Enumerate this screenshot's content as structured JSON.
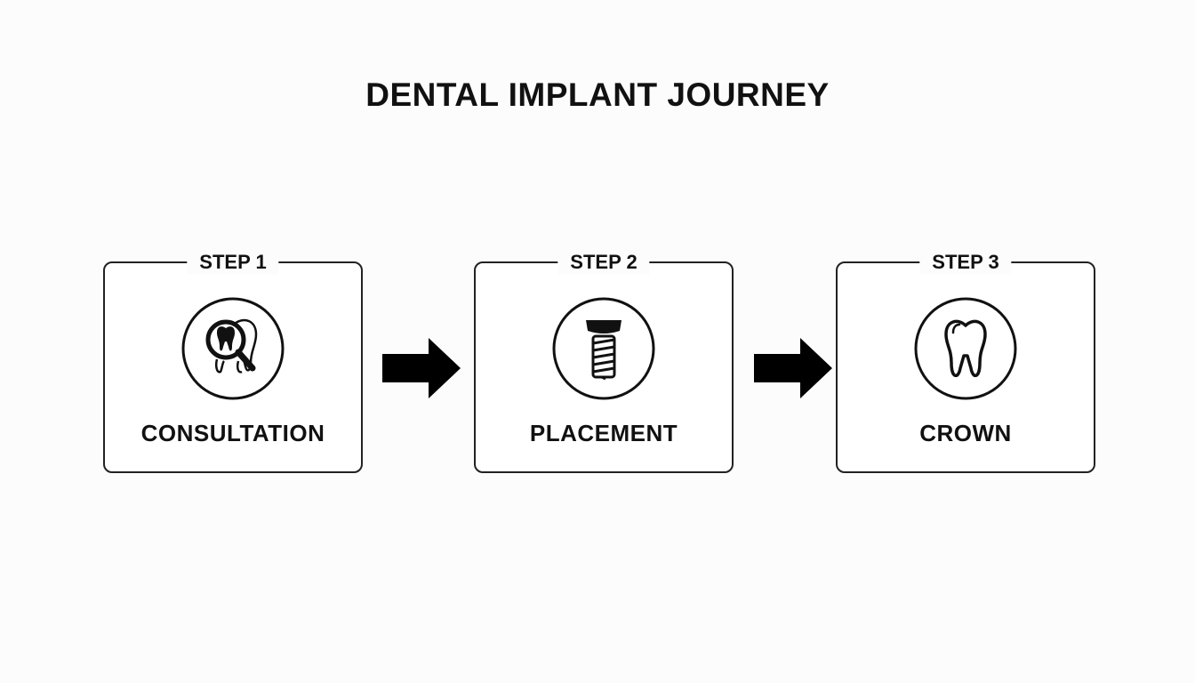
{
  "title": "DENTAL IMPLANT JOURNEY",
  "steps": [
    {
      "label": "STEP 1",
      "name": "CONSULTATION",
      "icon": "tooth-magnifier-icon"
    },
    {
      "label": "STEP 2",
      "name": "PLACEMENT",
      "icon": "implant-screw-icon"
    },
    {
      "label": "STEP 3",
      "name": "CROWN",
      "icon": "tooth-icon"
    }
  ],
  "arrows": [
    "arrow-right-icon",
    "arrow-right-icon"
  ],
  "colors": {
    "ink": "#111111",
    "background": "#fcfcfc"
  }
}
